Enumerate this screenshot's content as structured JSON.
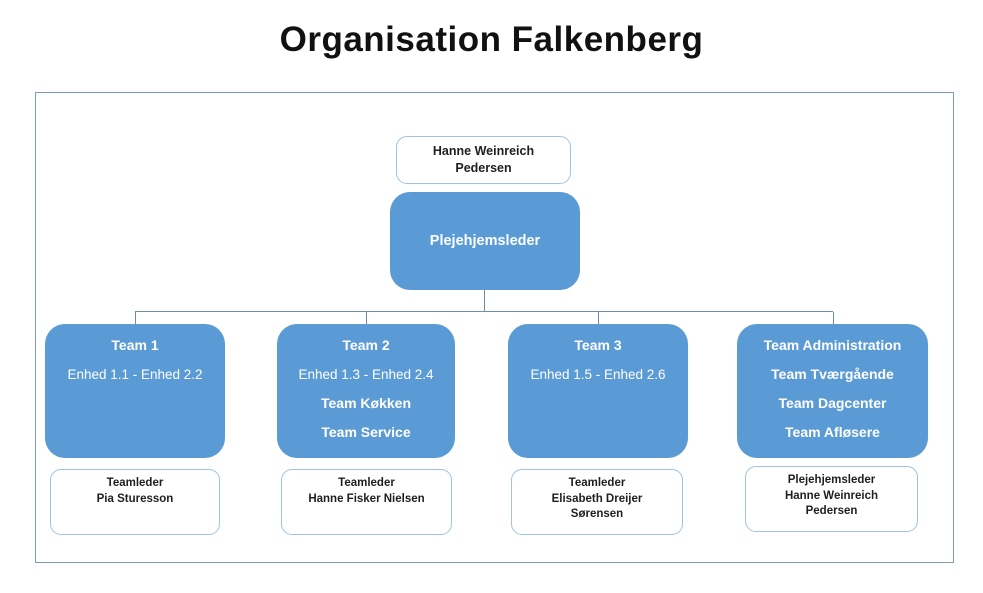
{
  "title": "Organisation Falkenberg",
  "colors": {
    "box_fill_blue": "#5B9BD5",
    "box_text_white": "#FFFFFF",
    "white_box_border": "#9DC3E6",
    "connector_line": "#6F8DA7",
    "frame_border": "#7F9CB5",
    "text_dark": "#1F1F1F"
  },
  "root": {
    "person_lines": [
      "Hanne Weinreich",
      "Pedersen"
    ],
    "role": "Plejehjemsleder"
  },
  "teams": [
    {
      "name": "Team 1",
      "units": "Enhed 1.1 - Enhed 2.2"
    },
    {
      "name": "Team 2",
      "units": "Enhed 1.3 - Enhed 2.4",
      "sub_teams": [
        "Team Køkken",
        "Team Service"
      ]
    },
    {
      "name": "Team 3",
      "units": "Enhed 1.5 - Enhed 2.6"
    },
    {
      "name": "Team Administration",
      "sub_teams": [
        "Team Tværgående",
        "Team Dagcenter",
        "Team Afløsere"
      ]
    }
  ],
  "leaders": [
    {
      "lines": [
        "Teamleder",
        "Pia Sturesson"
      ]
    },
    {
      "lines": [
        "Teamleder",
        "Hanne Fisker Nielsen"
      ]
    },
    {
      "lines": [
        "Teamleder",
        "Elisabeth Dreijer",
        "Sørensen"
      ]
    },
    {
      "lines": [
        "Plejehjemsleder",
        "Hanne Weinreich",
        "Pedersen"
      ]
    }
  ]
}
